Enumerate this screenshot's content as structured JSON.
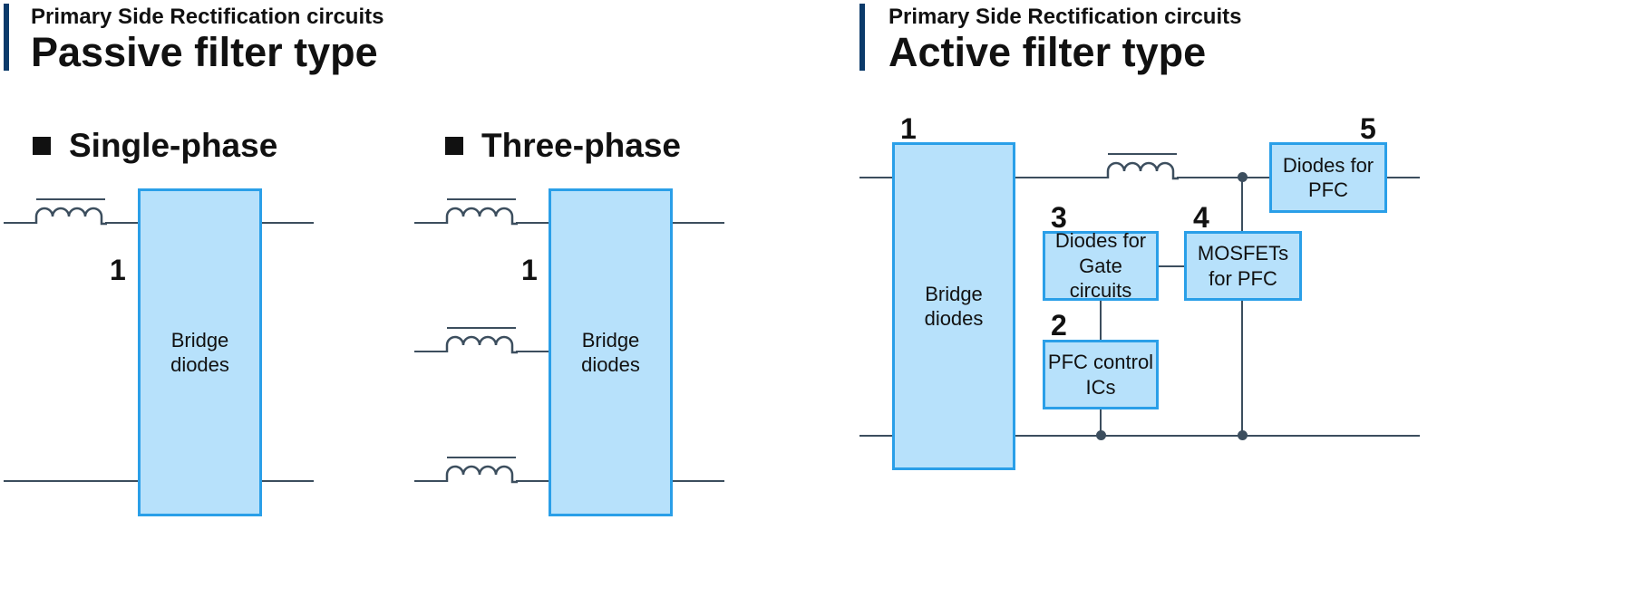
{
  "passive": {
    "subtitle": "Primary Side Rectification circuits",
    "title": "Passive filter type",
    "single_phase": {
      "heading": "Single-phase",
      "number": "1",
      "box_line1": "Bridge",
      "box_line2": "diodes"
    },
    "three_phase": {
      "heading": "Three-phase",
      "number": "1",
      "box_line1": "Bridge",
      "box_line2": "diodes"
    }
  },
  "active": {
    "subtitle": "Primary Side Rectification circuits",
    "title": "Active filter type",
    "bridge": {
      "number": "1",
      "line1": "Bridge",
      "line2": "diodes"
    },
    "pfc_ic": {
      "number": "2",
      "line1": "PFC control",
      "line2": "ICs"
    },
    "gate": {
      "number": "3",
      "line1": "Diodes for",
      "line2": "Gate circuits"
    },
    "mosfet": {
      "number": "4",
      "line1": "MOSFETs",
      "line2": "for PFC"
    },
    "pfc_diode": {
      "number": "5",
      "line1": "Diodes for",
      "line2": "PFC"
    }
  },
  "colors": {
    "header_bar": "#0b3a6a",
    "box_fill": "#b7e1fb",
    "box_border": "#2a9fe8",
    "wire": "#3c4e5e"
  }
}
